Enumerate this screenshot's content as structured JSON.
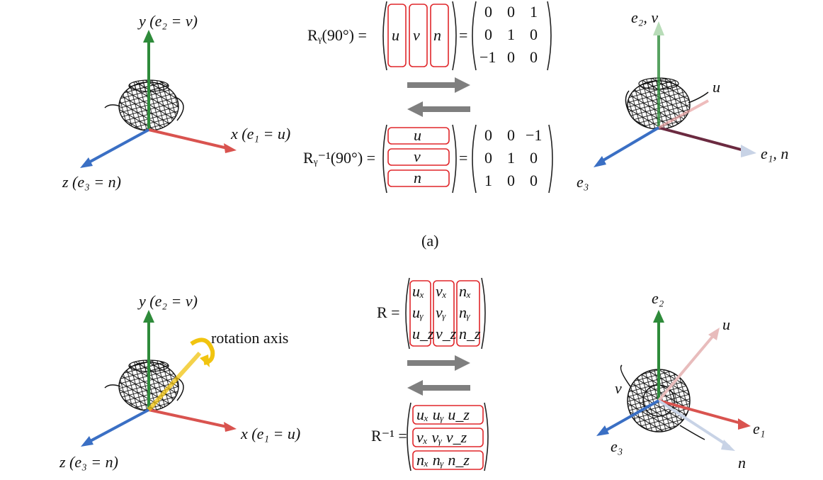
{
  "panel_a": {
    "caption": "(a)",
    "left_frame": {
      "y_label": "y (e₂ = v)",
      "x_label": "x (e₁ = u)",
      "z_label": "z (e₃ = n)"
    },
    "rotation_top": {
      "lhs": "Rᵧ(90°) =",
      "row_vectors_shown_as_columns": [
        "u",
        "v",
        "n"
      ],
      "matrix": [
        [
          "0",
          "0",
          "1"
        ],
        [
          "0",
          "1",
          "0"
        ],
        [
          "−1",
          "0",
          "0"
        ]
      ]
    },
    "rotation_bottom": {
      "lhs": "Rᵧ⁻¹(90°) =",
      "rows": [
        "u",
        "v",
        "n"
      ],
      "matrix": [
        [
          "0",
          "0",
          "−1"
        ],
        [
          "0",
          "1",
          "0"
        ],
        [
          "1",
          "0",
          "0"
        ]
      ]
    },
    "right_frame": {
      "y_label": "e₂, v",
      "u_label": "u",
      "x_label": "e₁, n",
      "z_label": "e₃"
    }
  },
  "panel_b": {
    "left_frame": {
      "y_label": "y (e₂ = v)",
      "x_label": "x (e₁ = u)",
      "z_label": "z (e₃ = n)",
      "axis_note": "rotation axis"
    },
    "R_label": "R =",
    "R_columns": [
      [
        "uₓ",
        "uᵧ",
        "u_z"
      ],
      [
        "vₓ",
        "vᵧ",
        "v_z"
      ],
      [
        "nₓ",
        "nᵧ",
        "n_z"
      ]
    ],
    "Rinv_label": "R⁻¹ =",
    "Rinv_rows": [
      "uₓ uᵧ u_z",
      "vₓ vᵧ v_z",
      "nₓ nᵧ n_z"
    ],
    "right_frame": {
      "e2_label": "e₂",
      "u_label": "u",
      "v_label": "v",
      "e1_label": "e₁",
      "e3_label": "e₃",
      "n_label": "n"
    }
  },
  "colors": {
    "x_axis": "#d9534f",
    "y_axis": "#2e8b3a",
    "z_axis": "#3a6fc4",
    "highlight_box": "#e0262a",
    "arrow": "#7f7f7f",
    "rotation_axis": "#f1c40f"
  }
}
